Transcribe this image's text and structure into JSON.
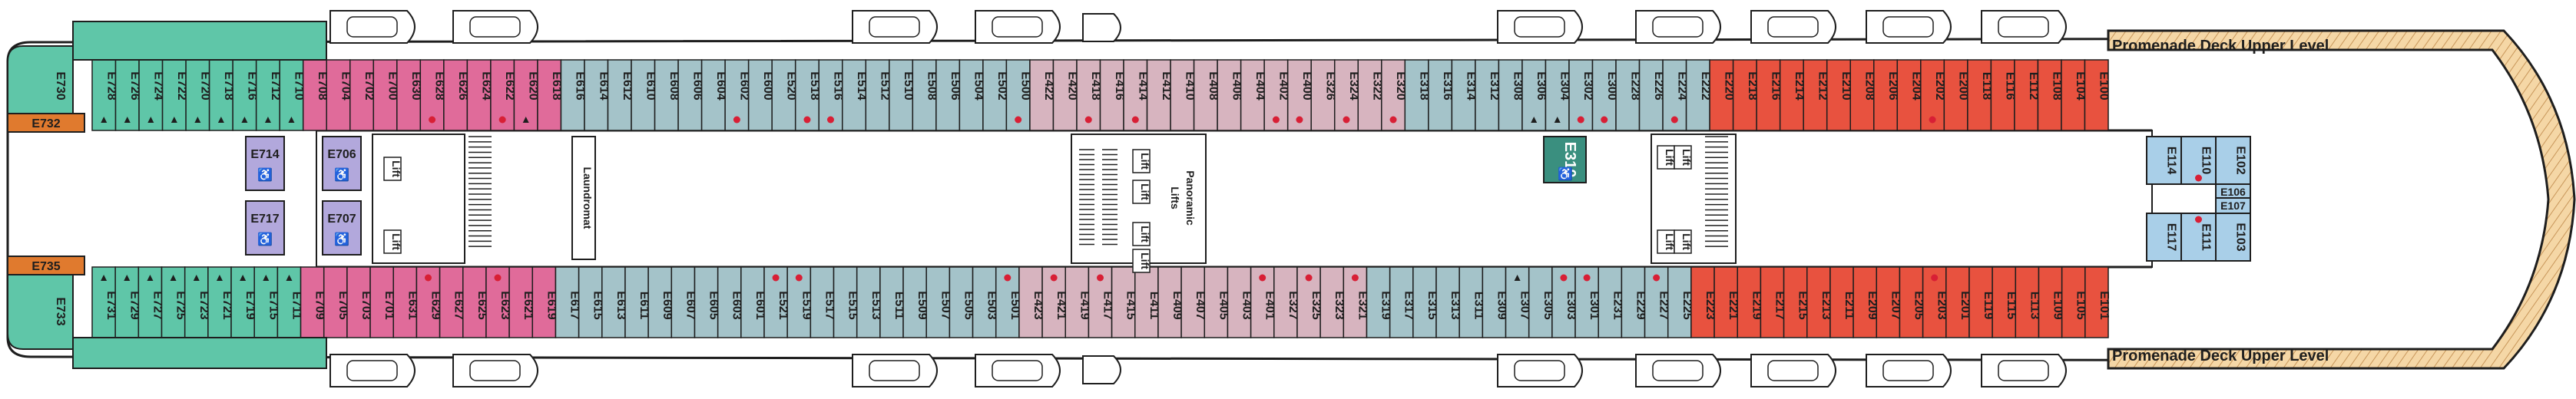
{
  "colors": {
    "hull": "#1e1e1e",
    "corridor": "#ffffff",
    "teal": "#5fc6a8",
    "teal_dark": "#3a8f7f",
    "blue": "#a9cfe8",
    "slate": "#a4c3c9",
    "mauve": "#d7b4bf",
    "pink": "#e06b9a",
    "red": "#e8523f",
    "orange": "#e07a2e",
    "lavender": "#b2a8dc",
    "deck": "#f5d7a6",
    "accessible_marker": "#d81f35"
  },
  "deck": {
    "name_top": "Promenade Deck Upper Level",
    "name_bottom": "Promenade Deck Upper Level"
  },
  "aft": {
    "top_big": "E730",
    "top_small": "E732",
    "bottom_big": "E733",
    "bottom_small": "E735"
  },
  "top_row": [
    {
      "id": "E728",
      "c": "teal",
      "m": "tri"
    },
    {
      "id": "E726",
      "c": "teal",
      "m": "tri"
    },
    {
      "id": "E724",
      "c": "teal",
      "m": "tri"
    },
    {
      "id": "E722",
      "c": "teal",
      "m": "tri"
    },
    {
      "id": "E720",
      "c": "teal",
      "m": "tri"
    },
    {
      "id": "E718",
      "c": "teal",
      "m": "tri"
    },
    {
      "id": "E716",
      "c": "teal",
      "m": "tri"
    },
    {
      "id": "E712",
      "c": "teal",
      "m": "tri"
    },
    {
      "id": "E710",
      "c": "teal",
      "m": "tri"
    },
    {
      "id": "E708",
      "c": "pink"
    },
    {
      "id": "E704",
      "c": "pink"
    },
    {
      "id": "E702",
      "c": "pink"
    },
    {
      "id": "E700",
      "c": "pink"
    },
    {
      "id": "E630",
      "c": "pink"
    },
    {
      "id": "E628",
      "c": "pink",
      "m": "dot"
    },
    {
      "id": "E626",
      "c": "pink"
    },
    {
      "id": "E624",
      "c": "pink"
    },
    {
      "id": "E622",
      "c": "pink",
      "m": "dot"
    },
    {
      "id": "E620",
      "c": "pink",
      "m": "tri"
    },
    {
      "id": "E618",
      "c": "pink"
    },
    {
      "id": "E616",
      "c": "slate"
    },
    {
      "id": "E614",
      "c": "slate"
    },
    {
      "id": "E612",
      "c": "slate"
    },
    {
      "id": "E610",
      "c": "slate"
    },
    {
      "id": "E608",
      "c": "slate"
    },
    {
      "id": "E606",
      "c": "slate"
    },
    {
      "id": "E604",
      "c": "slate"
    },
    {
      "id": "E602",
      "c": "slate",
      "m": "dot"
    },
    {
      "id": "E600",
      "c": "slate"
    },
    {
      "id": "E520",
      "c": "slate"
    },
    {
      "id": "E518",
      "c": "slate",
      "m": "dot"
    },
    {
      "id": "E516",
      "c": "slate",
      "m": "dot"
    },
    {
      "id": "E514",
      "c": "slate"
    },
    {
      "id": "E512",
      "c": "slate"
    },
    {
      "id": "E510",
      "c": "slate"
    },
    {
      "id": "E508",
      "c": "slate"
    },
    {
      "id": "E506",
      "c": "slate"
    },
    {
      "id": "E504",
      "c": "slate"
    },
    {
      "id": "E502",
      "c": "slate"
    },
    {
      "id": "E500",
      "c": "slate",
      "m": "dot"
    },
    {
      "id": "E422",
      "c": "mauve"
    },
    {
      "id": "E420",
      "c": "mauve"
    },
    {
      "id": "E418",
      "c": "mauve",
      "m": "dot"
    },
    {
      "id": "E416",
      "c": "mauve"
    },
    {
      "id": "E414",
      "c": "mauve",
      "m": "dot"
    },
    {
      "id": "E412",
      "c": "mauve"
    },
    {
      "id": "E410",
      "c": "mauve"
    },
    {
      "id": "E408",
      "c": "mauve"
    },
    {
      "id": "E406",
      "c": "mauve"
    },
    {
      "id": "E404",
      "c": "mauve"
    },
    {
      "id": "E402",
      "c": "mauve",
      "m": "dot"
    },
    {
      "id": "E400",
      "c": "mauve",
      "m": "dot"
    },
    {
      "id": "E326",
      "c": "mauve"
    },
    {
      "id": "E324",
      "c": "mauve",
      "m": "dot"
    },
    {
      "id": "E322",
      "c": "mauve"
    },
    {
      "id": "E320",
      "c": "mauve",
      "m": "dot"
    },
    {
      "id": "E318",
      "c": "slate"
    },
    {
      "id": "E316",
      "c": "slate"
    },
    {
      "id": "E314",
      "c": "slate"
    },
    {
      "id": "E312",
      "c": "slate"
    },
    {
      "id": "E308",
      "c": "slate"
    },
    {
      "id": "E306",
      "c": "slate",
      "m": "tri"
    },
    {
      "id": "E304",
      "c": "slate",
      "m": "tri"
    },
    {
      "id": "E302",
      "c": "slate",
      "m": "dot"
    },
    {
      "id": "E300",
      "c": "slate",
      "m": "dot"
    },
    {
      "id": "E228",
      "c": "slate"
    },
    {
      "id": "E226",
      "c": "slate"
    },
    {
      "id": "E224",
      "c": "slate",
      "m": "dot"
    },
    {
      "id": "E222",
      "c": "slate"
    },
    {
      "id": "E220",
      "c": "red"
    },
    {
      "id": "E218",
      "c": "red"
    },
    {
      "id": "E216",
      "c": "red"
    },
    {
      "id": "E214",
      "c": "red"
    },
    {
      "id": "E212",
      "c": "red"
    },
    {
      "id": "E210",
      "c": "red"
    },
    {
      "id": "E208",
      "c": "red"
    },
    {
      "id": "E206",
      "c": "red"
    },
    {
      "id": "E204",
      "c": "red"
    },
    {
      "id": "E202",
      "c": "red",
      "m": "dot"
    },
    {
      "id": "E200",
      "c": "red"
    },
    {
      "id": "E118",
      "c": "red"
    },
    {
      "id": "E116",
      "c": "red"
    },
    {
      "id": "E112",
      "c": "red"
    },
    {
      "id": "E108",
      "c": "red"
    },
    {
      "id": "E104",
      "c": "red"
    },
    {
      "id": "E100",
      "c": "red"
    }
  ],
  "bottom_row": [
    {
      "id": "E731",
      "c": "teal",
      "m": "tri"
    },
    {
      "id": "E729",
      "c": "teal",
      "m": "tri"
    },
    {
      "id": "E727",
      "c": "teal",
      "m": "tri"
    },
    {
      "id": "E725",
      "c": "teal",
      "m": "tri"
    },
    {
      "id": "E723",
      "c": "teal",
      "m": "tri"
    },
    {
      "id": "E721",
      "c": "teal",
      "m": "tri"
    },
    {
      "id": "E719",
      "c": "teal",
      "m": "tri"
    },
    {
      "id": "E715",
      "c": "teal",
      "m": "tri"
    },
    {
      "id": "E711",
      "c": "teal",
      "m": "tri"
    },
    {
      "id": "E709",
      "c": "pink"
    },
    {
      "id": "E705",
      "c": "pink"
    },
    {
      "id": "E703",
      "c": "pink"
    },
    {
      "id": "E701",
      "c": "pink"
    },
    {
      "id": "E631",
      "c": "pink"
    },
    {
      "id": "E629",
      "c": "pink",
      "m": "dot"
    },
    {
      "id": "E627",
      "c": "pink"
    },
    {
      "id": "E625",
      "c": "pink"
    },
    {
      "id": "E623",
      "c": "pink",
      "m": "dot"
    },
    {
      "id": "E621",
      "c": "pink"
    },
    {
      "id": "E619",
      "c": "pink"
    },
    {
      "id": "E617",
      "c": "slate"
    },
    {
      "id": "E615",
      "c": "slate"
    },
    {
      "id": "E613",
      "c": "slate"
    },
    {
      "id": "E611",
      "c": "slate"
    },
    {
      "id": "E609",
      "c": "slate"
    },
    {
      "id": "E607",
      "c": "slate"
    },
    {
      "id": "E605",
      "c": "slate"
    },
    {
      "id": "E603",
      "c": "slate"
    },
    {
      "id": "E601",
      "c": "slate"
    },
    {
      "id": "E521",
      "c": "slate",
      "m": "dot"
    },
    {
      "id": "E519",
      "c": "slate",
      "m": "dot"
    },
    {
      "id": "E517",
      "c": "slate"
    },
    {
      "id": "E515",
      "c": "slate"
    },
    {
      "id": "E513",
      "c": "slate"
    },
    {
      "id": "E511",
      "c": "slate"
    },
    {
      "id": "E509",
      "c": "slate"
    },
    {
      "id": "E507",
      "c": "slate"
    },
    {
      "id": "E505",
      "c": "slate"
    },
    {
      "id": "E503",
      "c": "slate"
    },
    {
      "id": "E501",
      "c": "slate",
      "m": "dot"
    },
    {
      "id": "E423",
      "c": "mauve"
    },
    {
      "id": "E421",
      "c": "mauve",
      "m": "dot"
    },
    {
      "id": "E419",
      "c": "mauve"
    },
    {
      "id": "E417",
      "c": "mauve",
      "m": "dot"
    },
    {
      "id": "E415",
      "c": "mauve"
    },
    {
      "id": "E411",
      "c": "mauve"
    },
    {
      "id": "E409",
      "c": "mauve"
    },
    {
      "id": "E407",
      "c": "mauve"
    },
    {
      "id": "E405",
      "c": "mauve"
    },
    {
      "id": "E403",
      "c": "mauve"
    },
    {
      "id": "E401",
      "c": "mauve",
      "m": "dot"
    },
    {
      "id": "E327",
      "c": "mauve"
    },
    {
      "id": "E325",
      "c": "mauve",
      "m": "dot"
    },
    {
      "id": "E323",
      "c": "mauve"
    },
    {
      "id": "E321",
      "c": "mauve",
      "m": "dot"
    },
    {
      "id": "E319",
      "c": "slate"
    },
    {
      "id": "E317",
      "c": "slate"
    },
    {
      "id": "E315",
      "c": "slate"
    },
    {
      "id": "E313",
      "c": "slate"
    },
    {
      "id": "E311",
      "c": "slate"
    },
    {
      "id": "E309",
      "c": "slate"
    },
    {
      "id": "E307",
      "c": "slate",
      "m": "tri"
    },
    {
      "id": "E305",
      "c": "slate"
    },
    {
      "id": "E303",
      "c": "slate",
      "m": "dot"
    },
    {
      "id": "E301",
      "c": "slate",
      "m": "dot"
    },
    {
      "id": "E231",
      "c": "slate"
    },
    {
      "id": "E229",
      "c": "slate"
    },
    {
      "id": "E227",
      "c": "slate",
      "m": "dot"
    },
    {
      "id": "E225",
      "c": "slate"
    },
    {
      "id": "E223",
      "c": "red"
    },
    {
      "id": "E221",
      "c": "red"
    },
    {
      "id": "E219",
      "c": "red"
    },
    {
      "id": "E217",
      "c": "red"
    },
    {
      "id": "E215",
      "c": "red"
    },
    {
      "id": "E213",
      "c": "red"
    },
    {
      "id": "E211",
      "c": "red"
    },
    {
      "id": "E209",
      "c": "red"
    },
    {
      "id": "E207",
      "c": "red"
    },
    {
      "id": "E205",
      "c": "red"
    },
    {
      "id": "E203",
      "c": "red",
      "m": "dot"
    },
    {
      "id": "E201",
      "c": "red"
    },
    {
      "id": "E119",
      "c": "red"
    },
    {
      "id": "E115",
      "c": "red"
    },
    {
      "id": "E113",
      "c": "red"
    },
    {
      "id": "E109",
      "c": "red"
    },
    {
      "id": "E105",
      "c": "red"
    },
    {
      "id": "E101",
      "c": "red"
    }
  ],
  "inner_aft": [
    {
      "id": "E714",
      "sym": "♿"
    },
    {
      "id": "E706",
      "sym": "♿"
    },
    {
      "id": "E717",
      "sym": "♿"
    },
    {
      "id": "E707",
      "sym": "♿"
    }
  ],
  "mid_cabin": {
    "id": "E310",
    "sym": "♿"
  },
  "forward_block": [
    [
      "E114",
      "E110",
      "E102"
    ],
    [
      "E117",
      "E111",
      "E103"
    ]
  ],
  "forward_mid": {
    "top": "E106",
    "bottom": "E107"
  },
  "labels": {
    "laundromat": "Laundromat",
    "panoramic": "Panoramic",
    "lifts": "Lifts",
    "lift": "Lift"
  }
}
